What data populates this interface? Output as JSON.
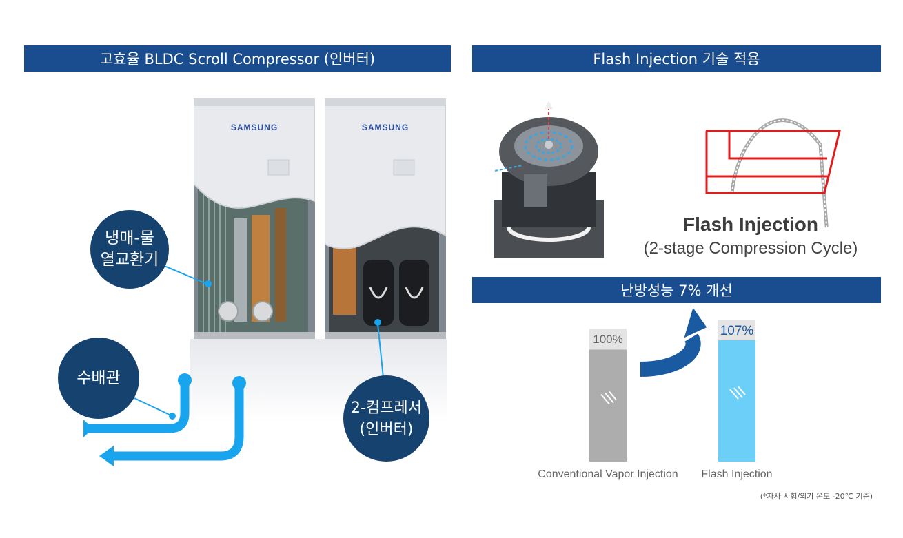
{
  "banners": {
    "left": "고효율 BLDC Scroll Compressor (인버터)",
    "right_top": "Flash Injection 기술 적용",
    "right_bottom": "난방성능 7% 개선"
  },
  "units": {
    "brand": "SAMSUNG"
  },
  "callouts": {
    "heat_exchanger": {
      "line1": "냉매-물",
      "line2": "열교환기"
    },
    "water_pipe": "수배관",
    "compressor": {
      "line1": "2-컴프레서",
      "line2": "(인버터)"
    }
  },
  "flash": {
    "title": "Flash Injection",
    "subtitle": "(2-stage Compression Cycle)"
  },
  "colors": {
    "banner": "#1a4d8f",
    "callout": "#16426f",
    "pipe": "#19a4ee",
    "bar_conventional": "#adadad",
    "bar_flash": "#6ccff7",
    "cycle_outline": "#e21b1b",
    "arrow": "#1a5aa0"
  },
  "chart_data": {
    "type": "bar",
    "categories": [
      "Conventional Vapor Injection",
      "Flash Injection"
    ],
    "values": [
      100,
      107
    ],
    "value_labels": [
      "100%",
      "107%"
    ],
    "ylim": [
      0,
      107
    ],
    "footnote": "(*자사 시험/외기 온도 -20℃ 기준)"
  }
}
